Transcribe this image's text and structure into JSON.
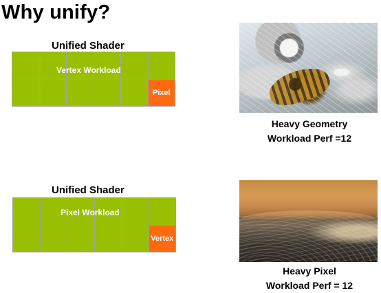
{
  "slide": {
    "title": "Why unify?"
  },
  "examples": [
    {
      "heading": "Unified Shader",
      "workload_label": "Vertex Workload",
      "highlight_label": "Pixel",
      "grid": {
        "columns": 6,
        "rows": 2
      },
      "colors": {
        "workload": "#99c000",
        "highlight": "#ff6a10"
      },
      "caption_line1": "Heavy Geometry",
      "caption_line2": "Workload Perf =12"
    },
    {
      "heading": "Unified Shader",
      "workload_label": "Pixel Workload",
      "highlight_label": "Vertex",
      "grid": {
        "columns": 6,
        "rows": 2
      },
      "colors": {
        "workload": "#99c000",
        "highlight": "#ff6a10"
      },
      "caption_line1": "Heavy Pixel",
      "caption_line2": "Workload Perf = 12"
    }
  ]
}
